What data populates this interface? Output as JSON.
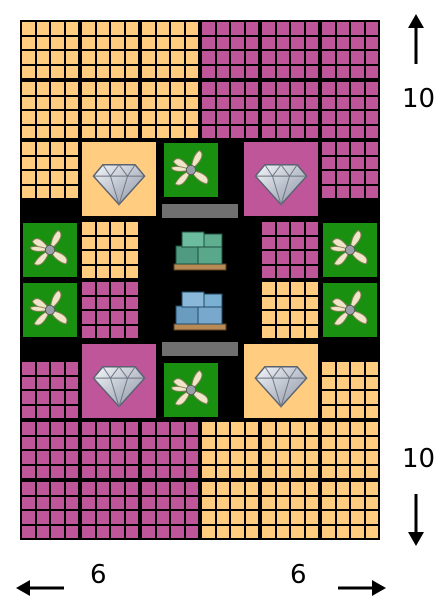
{
  "labels": {
    "top_right": "10",
    "bottom_right": "10",
    "bottom_left": "6",
    "bottom_right_lower": "6"
  },
  "colors": {
    "orange": "#FFCC80",
    "purple": "#C0569A",
    "green": "#1a9010",
    "bar": "#707070"
  },
  "icons": {
    "gem": "diamond-icon",
    "propeller": "propeller-icon",
    "crate_green": "green-crates-icon",
    "crate_blue": "blue-crates-icon"
  }
}
